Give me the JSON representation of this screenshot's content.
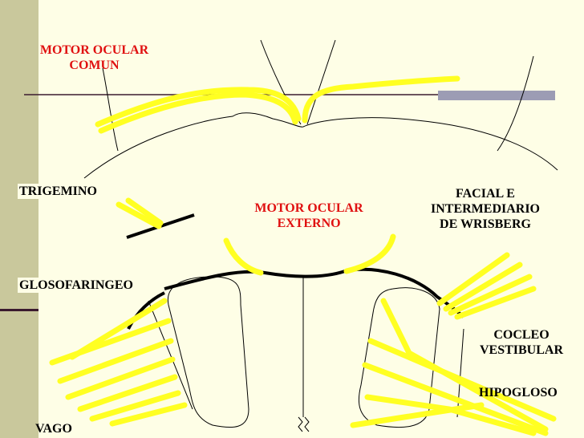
{
  "labels": {
    "motor_ocular_comun": "MOTOR OCULAR\nCOMUN",
    "trigemino": "TRIGEMINO",
    "motor_ocular_externo": "MOTOR OCULAR\nEXTERNO",
    "facial": "FACIAL E\nINTERMEDIARIO\nDE WRISBERG",
    "glosofaringeo": "GLOSOFARINGEO",
    "cocleo_vestibular": "COCLEO\nVESTIBULAR",
    "hipogloso": "HIPOGLOSO",
    "vago": "VAGO"
  },
  "colors": {
    "nerve": "#ffff22",
    "label_red": "#e01010",
    "sidebar": "#c9c89c",
    "background": "#fefee6"
  }
}
